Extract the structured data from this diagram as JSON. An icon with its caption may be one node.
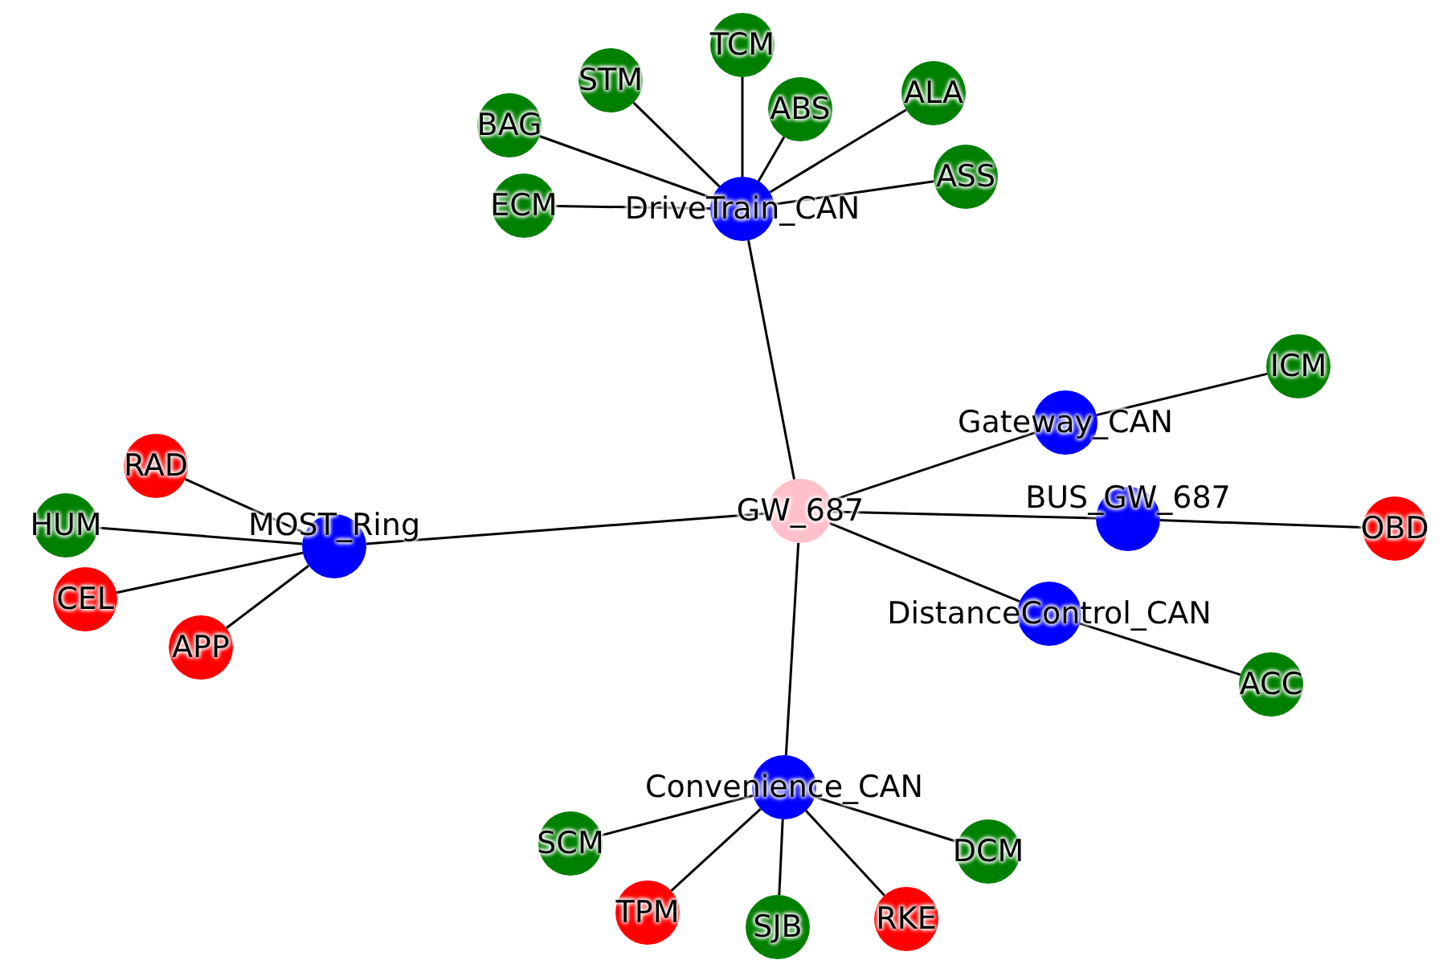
{
  "diagram": {
    "nodes": [
      {
        "text": [
          "GW_687"
        ]
      },
      {
        "text": [
          "DriveTrain_CAN"
        ]
      },
      {
        "text": [
          "Gateway_CAN"
        ]
      },
      {
        "text": [
          "BUS_GW_687"
        ]
      },
      {
        "text": [
          "DistanceControl_CAN"
        ]
      },
      {
        "text": [
          "Convenience_CAN"
        ]
      },
      {
        "text": [
          "MOST_Ring"
        ]
      },
      {
        "text": [
          "BAG"
        ]
      },
      {
        "text": [
          "STM"
        ]
      },
      {
        "text": [
          "TCM"
        ]
      },
      {
        "text": [
          "ABS"
        ]
      },
      {
        "text": [
          "ALA"
        ]
      },
      {
        "text": [
          "ASS"
        ]
      },
      {
        "text": [
          "ECM"
        ]
      },
      {
        "text": [
          "ICM"
        ]
      },
      {
        "text": [
          "OBD"
        ]
      },
      {
        "text": [
          "ACC"
        ]
      },
      {
        "text": [
          "SCM"
        ]
      },
      {
        "text": [
          "TPM"
        ]
      },
      {
        "text": [
          "SJB"
        ]
      },
      {
        "text": [
          "RKE"
        ]
      },
      {
        "text": [
          "DCM"
        ]
      },
      {
        "text": [
          "RAD"
        ]
      },
      {
        "text": [
          "HUM"
        ]
      },
      {
        "text": [
          "CEL"
        ]
      },
      {
        "text": [
          "APP"
        ]
      }
    ],
    "edges": [
      {
        "from": 0,
        "to": 1,
        "arrow": "none"
      },
      {
        "from": 0,
        "to": 2,
        "arrow": "none"
      },
      {
        "from": 0,
        "to": 3,
        "arrow": "none"
      },
      {
        "from": 0,
        "to": 4,
        "arrow": "none"
      },
      {
        "from": 0,
        "to": 5,
        "arrow": "none"
      },
      {
        "from": 0,
        "to": 6,
        "arrow": "none"
      },
      {
        "from": 1,
        "to": 7,
        "arrow": "none"
      },
      {
        "from": 1,
        "to": 8,
        "arrow": "none"
      },
      {
        "from": 1,
        "to": 9,
        "arrow": "none"
      },
      {
        "from": 1,
        "to": 10,
        "arrow": "none"
      },
      {
        "from": 1,
        "to": 11,
        "arrow": "none"
      },
      {
        "from": 1,
        "to": 12,
        "arrow": "none"
      },
      {
        "from": 1,
        "to": 13,
        "arrow": "none"
      },
      {
        "from": 2,
        "to": 14,
        "arrow": "none"
      },
      {
        "from": 3,
        "to": 15,
        "arrow": "none"
      },
      {
        "from": 4,
        "to": 16,
        "arrow": "none"
      },
      {
        "from": 5,
        "to": 17,
        "arrow": "none"
      },
      {
        "from": 5,
        "to": 18,
        "arrow": "none"
      },
      {
        "from": 5,
        "to": 19,
        "arrow": "none"
      },
      {
        "from": 5,
        "to": 20,
        "arrow": "none"
      },
      {
        "from": 5,
        "to": 21,
        "arrow": "none"
      },
      {
        "from": 6,
        "to": 22,
        "arrow": "none"
      },
      {
        "from": 6,
        "to": 23,
        "arrow": "none"
      },
      {
        "from": 6,
        "to": 24,
        "arrow": "none"
      },
      {
        "from": 6,
        "to": 25,
        "arrow": "none"
      }
    ]
  }
}
